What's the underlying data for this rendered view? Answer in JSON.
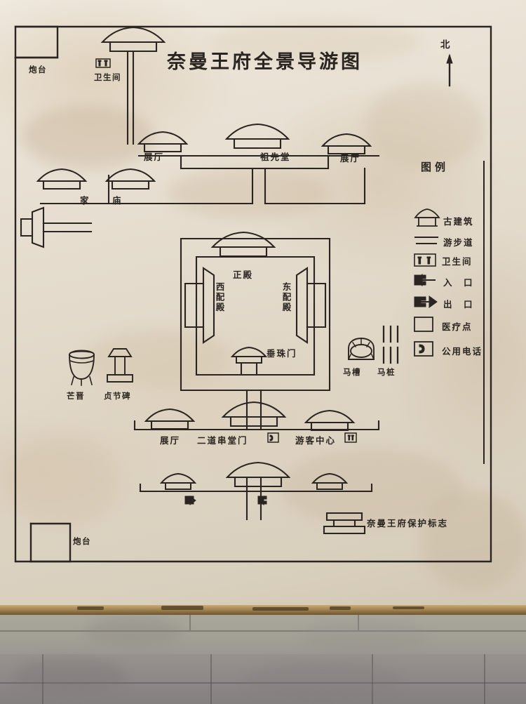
{
  "scene": {
    "kind": "photograph-of-wall-mounted-tourist-map",
    "surface": "polished beige marble wall panel",
    "below": "concrete tiled floor"
  },
  "map": {
    "title": "奈曼王府全景导游图",
    "compass": {
      "label": "北",
      "icon": "north-arrow-icon"
    },
    "legend": {
      "heading": "图例",
      "items": [
        {
          "icon": "ancient-building-icon",
          "label": "古建筑"
        },
        {
          "icon": "walking-path-icon",
          "label": "游步道"
        },
        {
          "icon": "restroom-icon",
          "label": "卫生间"
        },
        {
          "icon": "entrance-icon",
          "label": "入　口"
        },
        {
          "icon": "exit-icon",
          "label": "出　口"
        },
        {
          "icon": "medical-point-icon",
          "label": "医疗点"
        },
        {
          "icon": "public-phone-icon",
          "label": "公用电话"
        }
      ]
    },
    "features": {
      "fort_top_left": "炮台",
      "fort_bottom_left": "炮台",
      "restroom_top": "卫生间",
      "hall_row_left": "展厅",
      "ancestral_hall": "祖先堂",
      "hall_row_right": "展厅",
      "family_temple_1": "家",
      "family_temple_2": "庙",
      "main_hall": "正殿",
      "west_wing": "西配殿",
      "east_wing": "东配殿",
      "chuizhu_gate": "垂珠门",
      "cauldron": "芒晋",
      "chastity_stele": "贞节碑",
      "horse_trough": "马槽",
      "hitching_posts": "马桩",
      "exhibition_hall_bottom": "展厅",
      "second_gate": "二道串堂门",
      "visitor_center": "游客中心",
      "protection_marker": "奈曼王府保护标志"
    }
  },
  "colors": {
    "ink": "#2a2520",
    "marble_light": "#efe9de",
    "marble_mid": "#e3dacb",
    "marble_dark": "#d2c7b4",
    "wood_trim": "#a98a57",
    "floor_upper": "#a3a196",
    "floor_lower": "#8e8887"
  }
}
